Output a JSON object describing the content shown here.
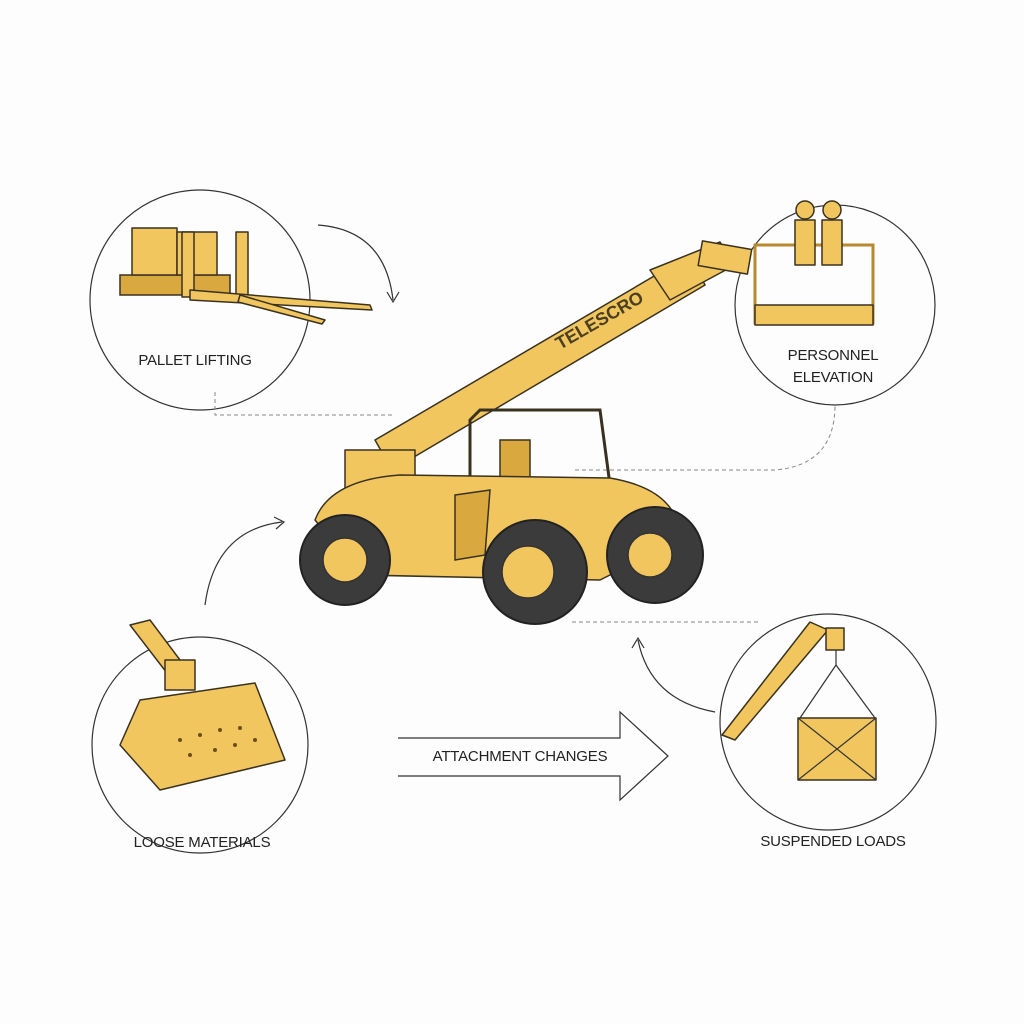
{
  "machine": {
    "boom_text": "TELESCRO",
    "color": "#f2c65e"
  },
  "uses": [
    {
      "label": "PALLET LIFTING",
      "icon": "pallet-forks"
    },
    {
      "label_line1": "PERSONNEL",
      "label_line2": "ELEVATION",
      "icon": "work-platform"
    },
    {
      "label": "LOOSE MATERIALS",
      "icon": "bucket"
    },
    {
      "label": "SUSPENDED LOADS",
      "icon": "crane-hook-crate"
    }
  ],
  "center_arrow": {
    "label": "ATTACHMENT CHANGES"
  }
}
